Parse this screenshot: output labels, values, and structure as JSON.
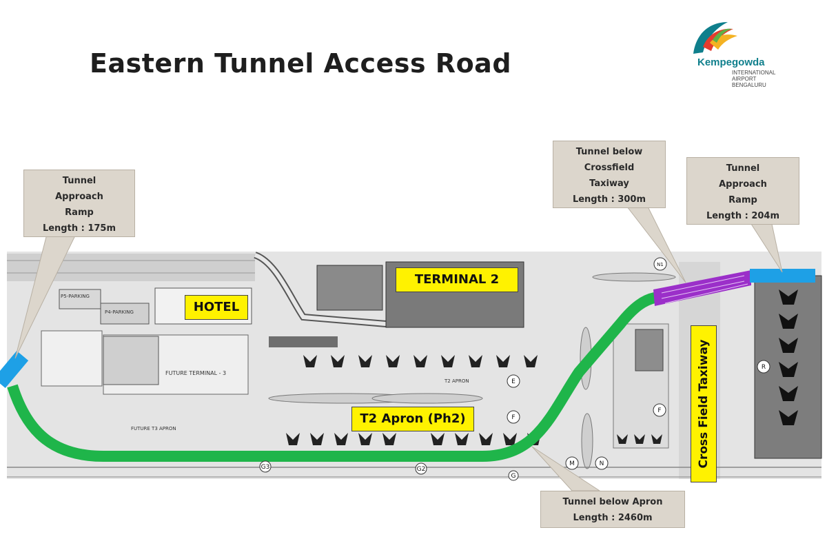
{
  "title": "Eastern Tunnel Access Road",
  "logo": {
    "name": "Kempegowda",
    "sub": [
      "INTERNATIONAL",
      "AIRPORT",
      "BENGALURU"
    ]
  },
  "callouts": {
    "west_ramp": [
      "Tunnel",
      "Approach",
      "Ramp",
      "Length : 175m"
    ],
    "crossfield": [
      "Tunnel below",
      "Crossfield",
      "Taxiway",
      "Length : 300m"
    ],
    "east_ramp": [
      "Tunnel",
      "Approach",
      "Ramp",
      "Length : 204m"
    ],
    "apron": [
      "Tunnel below Apron",
      "Length : 2460m"
    ]
  },
  "labels": {
    "terminal2": "TERMINAL 2",
    "hotel": "HOTEL",
    "t2_apron": "T2 Apron (Ph2)",
    "cross_field_taxiway": "Cross Field Taxiway"
  },
  "map_text": {
    "p5_parking": "P5-PARKING",
    "p4_parking": "P4-PARKING",
    "future_terminal": "FUTURE TERMINAL - 3",
    "future_apron": "FUTURE T3 APRON",
    "t2_apron_small": "T2 APRON",
    "g3": "G3",
    "g2": "G2",
    "g": "G",
    "e": "E",
    "f1": "F",
    "f2": "F",
    "m": "M",
    "n": "N",
    "r": "R",
    "n1": "N1"
  },
  "colors": {
    "ramp": "#1ea0e6",
    "tunnel_apron": "#1fb54a",
    "tunnel_crossfield": "#9b2fc9",
    "label_fill": "#fff200",
    "callout_fill": "#dcd6cc",
    "logo_teal": "#0f7f8c"
  }
}
